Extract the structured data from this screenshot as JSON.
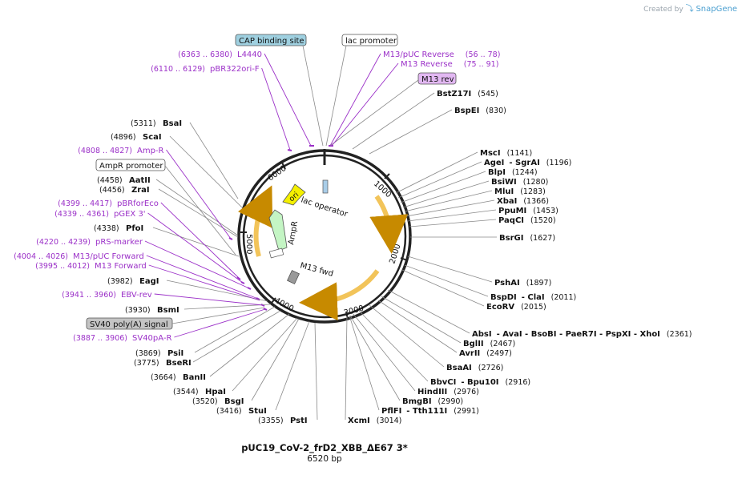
{
  "credit": {
    "prefix": "Created by",
    "brand": "SnapGene"
  },
  "plasmid": {
    "name": "pUC19_CoV-2_frD2_XBB_ΔE67 3*",
    "length": "6520 bp"
  },
  "ticks": [
    "1000",
    "2000",
    "3000",
    "4000",
    "5000",
    "6000"
  ],
  "boxed_labels": [
    {
      "text": "CAP binding site",
      "fill": "#9fd0e0"
    },
    {
      "text": "lac promoter",
      "fill": "#ffffff"
    },
    {
      "text": "M13 rev",
      "fill": "#e2b8f2"
    },
    {
      "text": "AmpR promoter",
      "fill": "#ffffff"
    },
    {
      "text": "SV40 poly(A) signal",
      "fill": "#c4c4c4"
    }
  ],
  "features": [
    "ori",
    "lac operator",
    "AmpR",
    "M13 fwd"
  ],
  "enzymes": [
    {
      "name": "BstZ17I",
      "pos": "(545)"
    },
    {
      "name": "BspEI",
      "pos": "(830)"
    },
    {
      "name": "MscI",
      "pos": "(1141)"
    },
    {
      "name": "AgeI",
      "name2": "- SgrAI",
      "pos": "(1196)"
    },
    {
      "name": "BlpI",
      "pos": "(1244)"
    },
    {
      "name": "BsiWI",
      "pos": "(1280)"
    },
    {
      "name": "MluI",
      "pos": "(1283)"
    },
    {
      "name": "XbaI",
      "pos": "(1366)"
    },
    {
      "name": "PpuMI",
      "pos": "(1453)"
    },
    {
      "name": "PaqCI",
      "pos": "(1520)"
    },
    {
      "name": "BsrGI",
      "pos": "(1627)"
    },
    {
      "name": "PshAI",
      "pos": "(1897)"
    },
    {
      "name": "BspDI",
      "name2": "- ClaI",
      "pos": "(2011)"
    },
    {
      "name": "EcoRV",
      "pos": "(2015)"
    },
    {
      "name": "AbsI",
      "name2": "- AvaI   - BsoBI   - PaeR7I   - PspXI   - XhoI",
      "pos": "(2361)"
    },
    {
      "name": "BglII",
      "pos": "(2467)"
    },
    {
      "name": "AvrII",
      "pos": "(2497)"
    },
    {
      "name": "BsaAI",
      "pos": "(2726)"
    },
    {
      "name": "BbvCI",
      "name2": "- Bpu10I",
      "pos": "(2916)"
    },
    {
      "name": "HindIII",
      "pos": "(2976)"
    },
    {
      "name": "BmgBI",
      "pos": "(2990)"
    },
    {
      "name": "PflFI",
      "name2": "- Tth111I",
      "pos": "(2991)"
    },
    {
      "name": "XcmI",
      "pos": "(3014)"
    },
    {
      "name": "PstI",
      "pos": "(3355)"
    },
    {
      "name": "StuI",
      "pos": "(3416)"
    },
    {
      "name": "BsgI",
      "pos": "(3520)"
    },
    {
      "name": "HpaI",
      "pos": "(3544)"
    },
    {
      "name": "BanII",
      "pos": "(3664)"
    },
    {
      "name": "BseRI",
      "pos": "(3775)"
    },
    {
      "name": "PsiI",
      "pos": "(3869)"
    },
    {
      "name": "BsmI",
      "pos": "(3930)"
    },
    {
      "name": "EagI",
      "pos": "(3982)"
    },
    {
      "name": "PfoI",
      "pos": "(4338)"
    },
    {
      "name": "ZraI",
      "pos": "(4456)"
    },
    {
      "name": "AatII",
      "pos": "(4458)"
    },
    {
      "name": "ScaI",
      "pos": "(4896)"
    },
    {
      "name": "BsaI",
      "pos": "(5311)"
    }
  ],
  "primers": [
    {
      "name": "L4440",
      "pos": "(6363 .. 6380)"
    },
    {
      "name": "pBR322ori-F",
      "pos": "(6110 .. 6129)"
    },
    {
      "name": "M13/pUC Reverse",
      "pos": "(56 .. 78)"
    },
    {
      "name": "M13 Reverse",
      "pos": "(75 .. 91)"
    },
    {
      "name": "Amp-R",
      "pos": "(4808 .. 4827)"
    },
    {
      "name": "pBRforEco",
      "pos": "(4399 .. 4417)"
    },
    {
      "name": "pGEX 3'",
      "pos": "(4339 .. 4361)"
    },
    {
      "name": "pRS-marker",
      "pos": "(4220 .. 4239)"
    },
    {
      "name": "M13/pUC Forward",
      "pos": "(4004 .. 4026)"
    },
    {
      "name": "M13 Forward",
      "pos": "(3995 .. 4012)"
    },
    {
      "name": "EBV-rev",
      "pos": "(3941 .. 3960)"
    },
    {
      "name": "SV40pA-R",
      "pos": "(3887 .. 3906)"
    }
  ]
}
